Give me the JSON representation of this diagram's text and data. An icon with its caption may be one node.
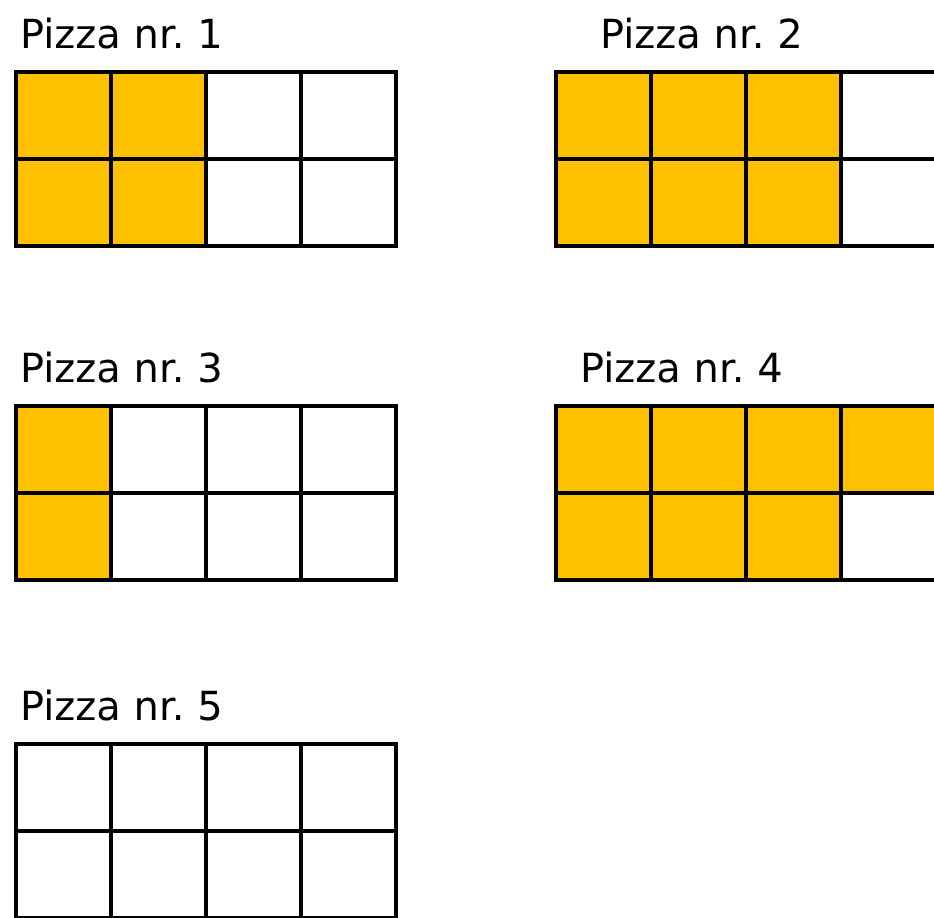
{
  "diagram": {
    "nodes": [
      {
        "text": [
          "Pizza nr. 1"
        ]
      },
      {
        "text": [
          "Pizza nr. 2"
        ]
      },
      {
        "text": [
          "Pizza nr. 3"
        ]
      },
      {
        "text": [
          "Pizza nr. 4"
        ]
      },
      {
        "text": [
          "Pizza nr. 5"
        ]
      }
    ]
  }
}
